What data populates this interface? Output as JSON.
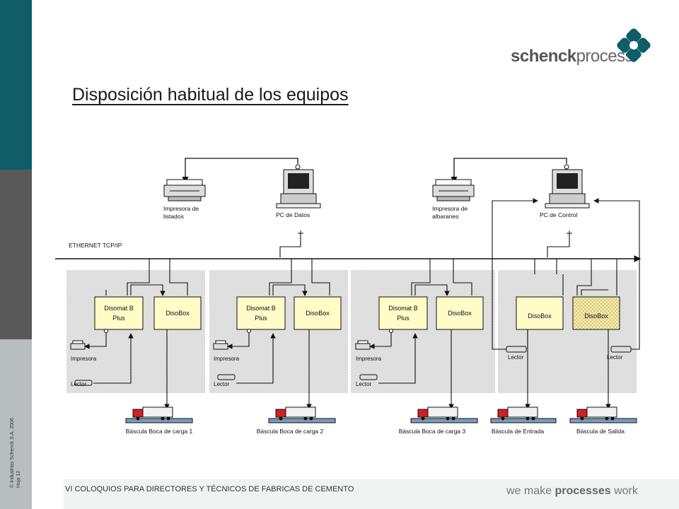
{
  "brand": {
    "name_bold": "schenck",
    "name_rest": "process",
    "tagline_pre": "we make ",
    "tagline_bold": "processes",
    "tagline_post": " work"
  },
  "sidebar": {
    "copyright": "© Industrias Schenck S.A. 2006",
    "page": "Hoja 12"
  },
  "title": "Disposición habitual de los equipos",
  "footer": "VI COLOQUIOS PARA DIRECTORES Y TÉCNICOS DE FABRICAS DE CEMENTO",
  "network": "ETHERNET TCP/IP",
  "top_devices": [
    {
      "label1": "Impresora de",
      "label2": "listados",
      "icon": "printer-icon"
    },
    {
      "label1": "PC de Datos",
      "label2": "",
      "icon": "computer-icon"
    },
    {
      "label1": "Impresora de",
      "label2": "albaranes",
      "icon": "printer-icon"
    },
    {
      "label1": "PC de Control",
      "label2": "",
      "icon": "computer-icon"
    }
  ],
  "units": {
    "disomat_line1": "Disomat B",
    "disomat_line2": "Plus",
    "disobox": "DisoBox",
    "impresora": "Impresora",
    "lector": "Lector"
  },
  "scales": [
    "Báscula Boca de carga 1",
    "Báscula Boca de carga 2",
    "Báscula Boca de carga 3",
    "Báscula de Entrada",
    "Báscula de Salida"
  ],
  "colors": {
    "sidebar_top": "#0f5d66",
    "sidebar_mid": "#595959",
    "sidebar_bottom": "#b8bec0",
    "box_fill": "#fffcc8",
    "panel_fill": "#dcdcdc",
    "logo": "#0f5d66"
  }
}
